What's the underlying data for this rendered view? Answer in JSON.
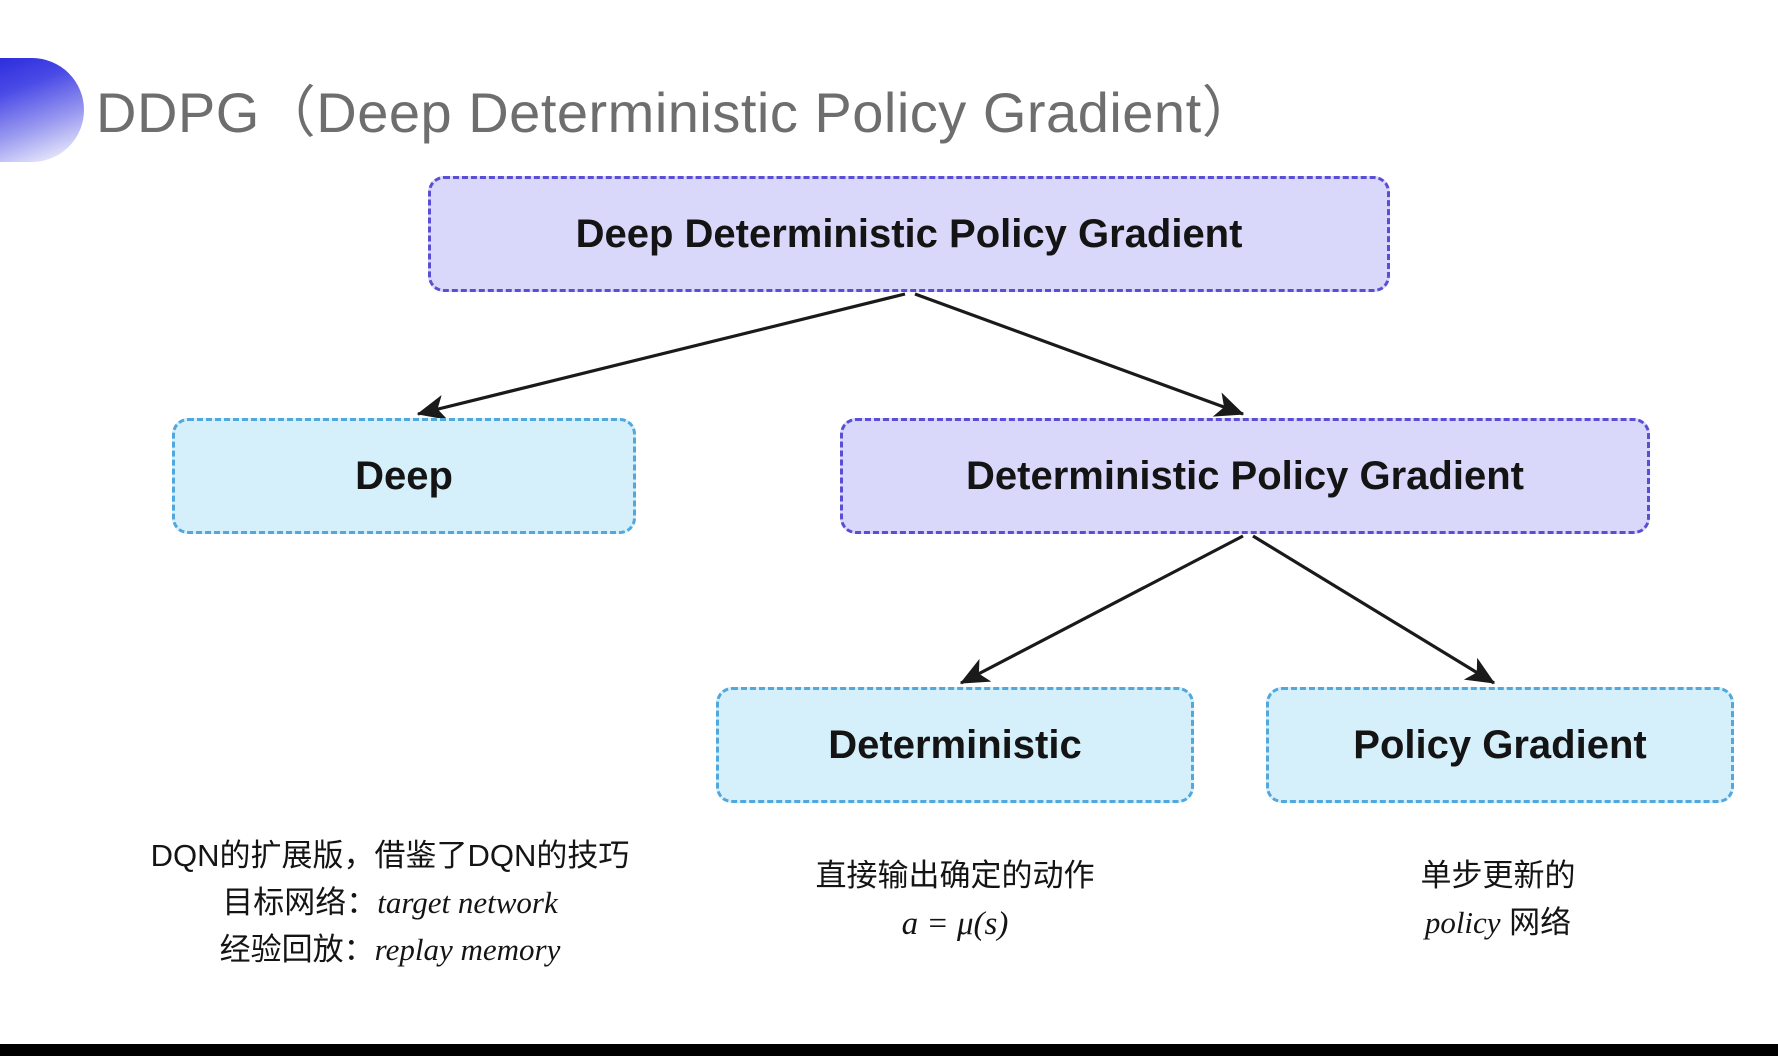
{
  "slide": {
    "title": "DDPG（Deep Deterministic Policy Gradient）",
    "background_color": "#ffffff",
    "accent_color": "#2b2bdd"
  },
  "palette": {
    "purple_fill": "#d9d8fb",
    "purple_border": "#5a4fd4",
    "blue_fill": "#d5effb",
    "blue_border": "#52a7dd",
    "arrow_color": "#1a1a1a",
    "title_color": "#6e6e6e"
  },
  "diagram": {
    "type": "tree",
    "nodes": [
      {
        "id": "root",
        "label": "Deep Deterministic Policy Gradient",
        "style": "purple"
      },
      {
        "id": "deep",
        "label": "Deep",
        "style": "blue"
      },
      {
        "id": "dpg",
        "label": "Deterministic Policy Gradient",
        "style": "purple"
      },
      {
        "id": "det",
        "label": "Deterministic",
        "style": "blue"
      },
      {
        "id": "pg",
        "label": "Policy Gradient",
        "style": "blue"
      }
    ],
    "edges": [
      {
        "from": "root",
        "to": "deep"
      },
      {
        "from": "root",
        "to": "dpg"
      },
      {
        "from": "dpg",
        "to": "det"
      },
      {
        "from": "dpg",
        "to": "pg"
      }
    ]
  },
  "captions": {
    "deep": {
      "line1": "DQN的扩展版，借鉴了DQN的技巧",
      "line2_label": "目标网络：",
      "line2_term": "target network",
      "line3_label": "经验回放：",
      "line3_term": "replay memory"
    },
    "deterministic": {
      "line1": "直接输出确定的动作",
      "formula": "a = μ(s)"
    },
    "policy_gradient": {
      "line1": "单步更新的",
      "line2_term": "policy",
      "line2_suffix": " 网络"
    }
  }
}
